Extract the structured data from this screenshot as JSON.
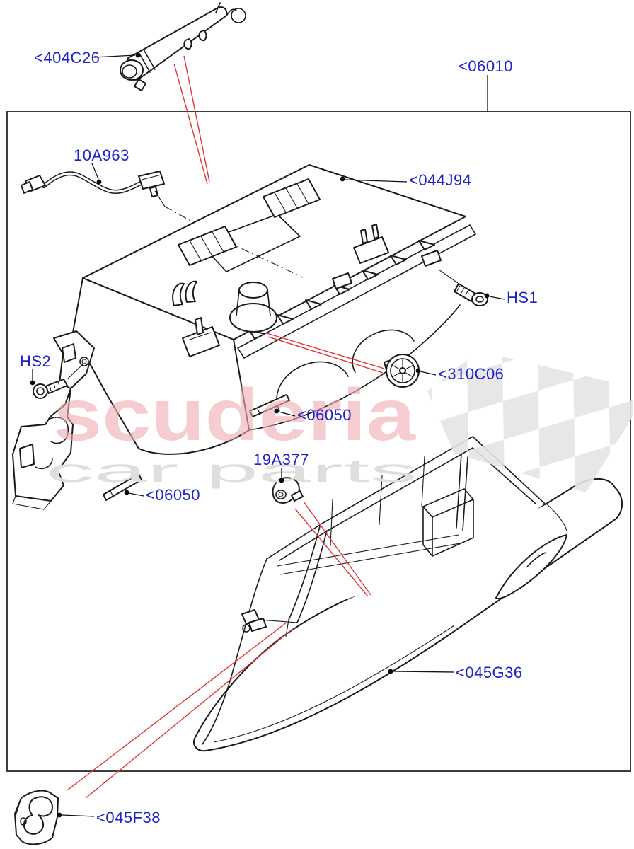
{
  "watermark": {
    "brand": "scuderia",
    "subtext": "car parts"
  },
  "colors": {
    "label_blue": "#1e22cc",
    "leader_red": "#e33434",
    "line_black": "#1a1a1a",
    "watermark_pink": "#f0aeb2",
    "watermark_gray": "#dedede",
    "checker_gray": "#e4e4e4",
    "border_gray": "#3c3c3c"
  },
  "parts": [
    {
      "id": "404C26",
      "label": "<404C26"
    },
    {
      "id": "06010",
      "label": "<06010"
    },
    {
      "id": "10A963",
      "label": "10A963"
    },
    {
      "id": "044J94",
      "label": "<044J94"
    },
    {
      "id": "HS1",
      "label": "HS1"
    },
    {
      "id": "HS2",
      "label": "HS2"
    },
    {
      "id": "310C06",
      "label": "<310C06"
    },
    {
      "id": "06050a",
      "label": "<06050"
    },
    {
      "id": "19A377",
      "label": "19A377"
    },
    {
      "id": "06050b",
      "label": "<06050"
    },
    {
      "id": "045G36",
      "label": "<045G36"
    },
    {
      "id": "045F38",
      "label": "<045F38"
    }
  ]
}
